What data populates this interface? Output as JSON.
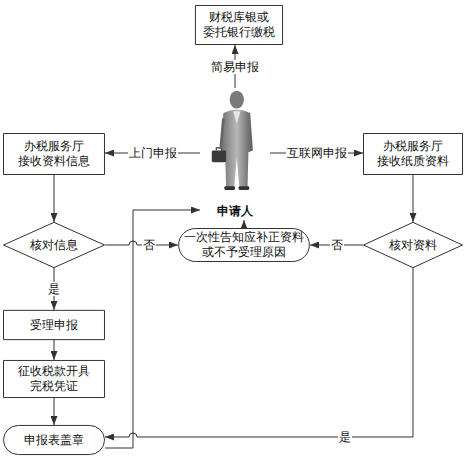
{
  "diagram": {
    "nodes": [
      {
        "text": [
          "财税库银或 委托银行缴税"
        ]
      },
      {
        "text": [
          "申请人"
        ]
      },
      {
        "text": [
          "办税服务厅 接收资料信息"
        ]
      },
      {
        "text": [
          "办税服务厅 接收纸质资料"
        ]
      },
      {
        "text": [
          "核对信息"
        ]
      },
      {
        "text": [
          "一次性告知应补正资料 或不予受理原因"
        ]
      },
      {
        "text": [
          "核对资料"
        ]
      },
      {
        "text": [
          "受理申报"
        ]
      },
      {
        "text": [
          "征收税款开具 完税凭证"
        ]
      },
      {
        "text": [
          "申报表盖章"
        ]
      }
    ],
    "edges": [
      {
        "from": 1,
        "to": 0,
        "label": "简易申报",
        "arrow": "to"
      },
      {
        "from": 1,
        "to": 2,
        "label": "上门申报",
        "arrow": "to"
      },
      {
        "from": 1,
        "to": 3,
        "label": "互联网申报",
        "arrow": "to"
      },
      {
        "from": 2,
        "to": 4,
        "arrow": "to"
      },
      {
        "from": 3,
        "to": 6,
        "arrow": "to"
      },
      {
        "from": 4,
        "to": 5,
        "label": "否",
        "arrow": "to"
      },
      {
        "from": 6,
        "to": 5,
        "label": "否",
        "arrow": "to"
      },
      {
        "from": 5,
        "to": 1,
        "arrow": "to"
      },
      {
        "from": 4,
        "to": 7,
        "label": "是",
        "arrow": "to"
      },
      {
        "from": 7,
        "to": 8,
        "arrow": "to"
      },
      {
        "from": 8,
        "to": 9,
        "arrow": "to"
      },
      {
        "from": 6,
        "to": 9,
        "label": "是",
        "arrow": "to"
      },
      {
        "from": 9,
        "to": 1,
        "arrow": "to"
      }
    ]
  }
}
